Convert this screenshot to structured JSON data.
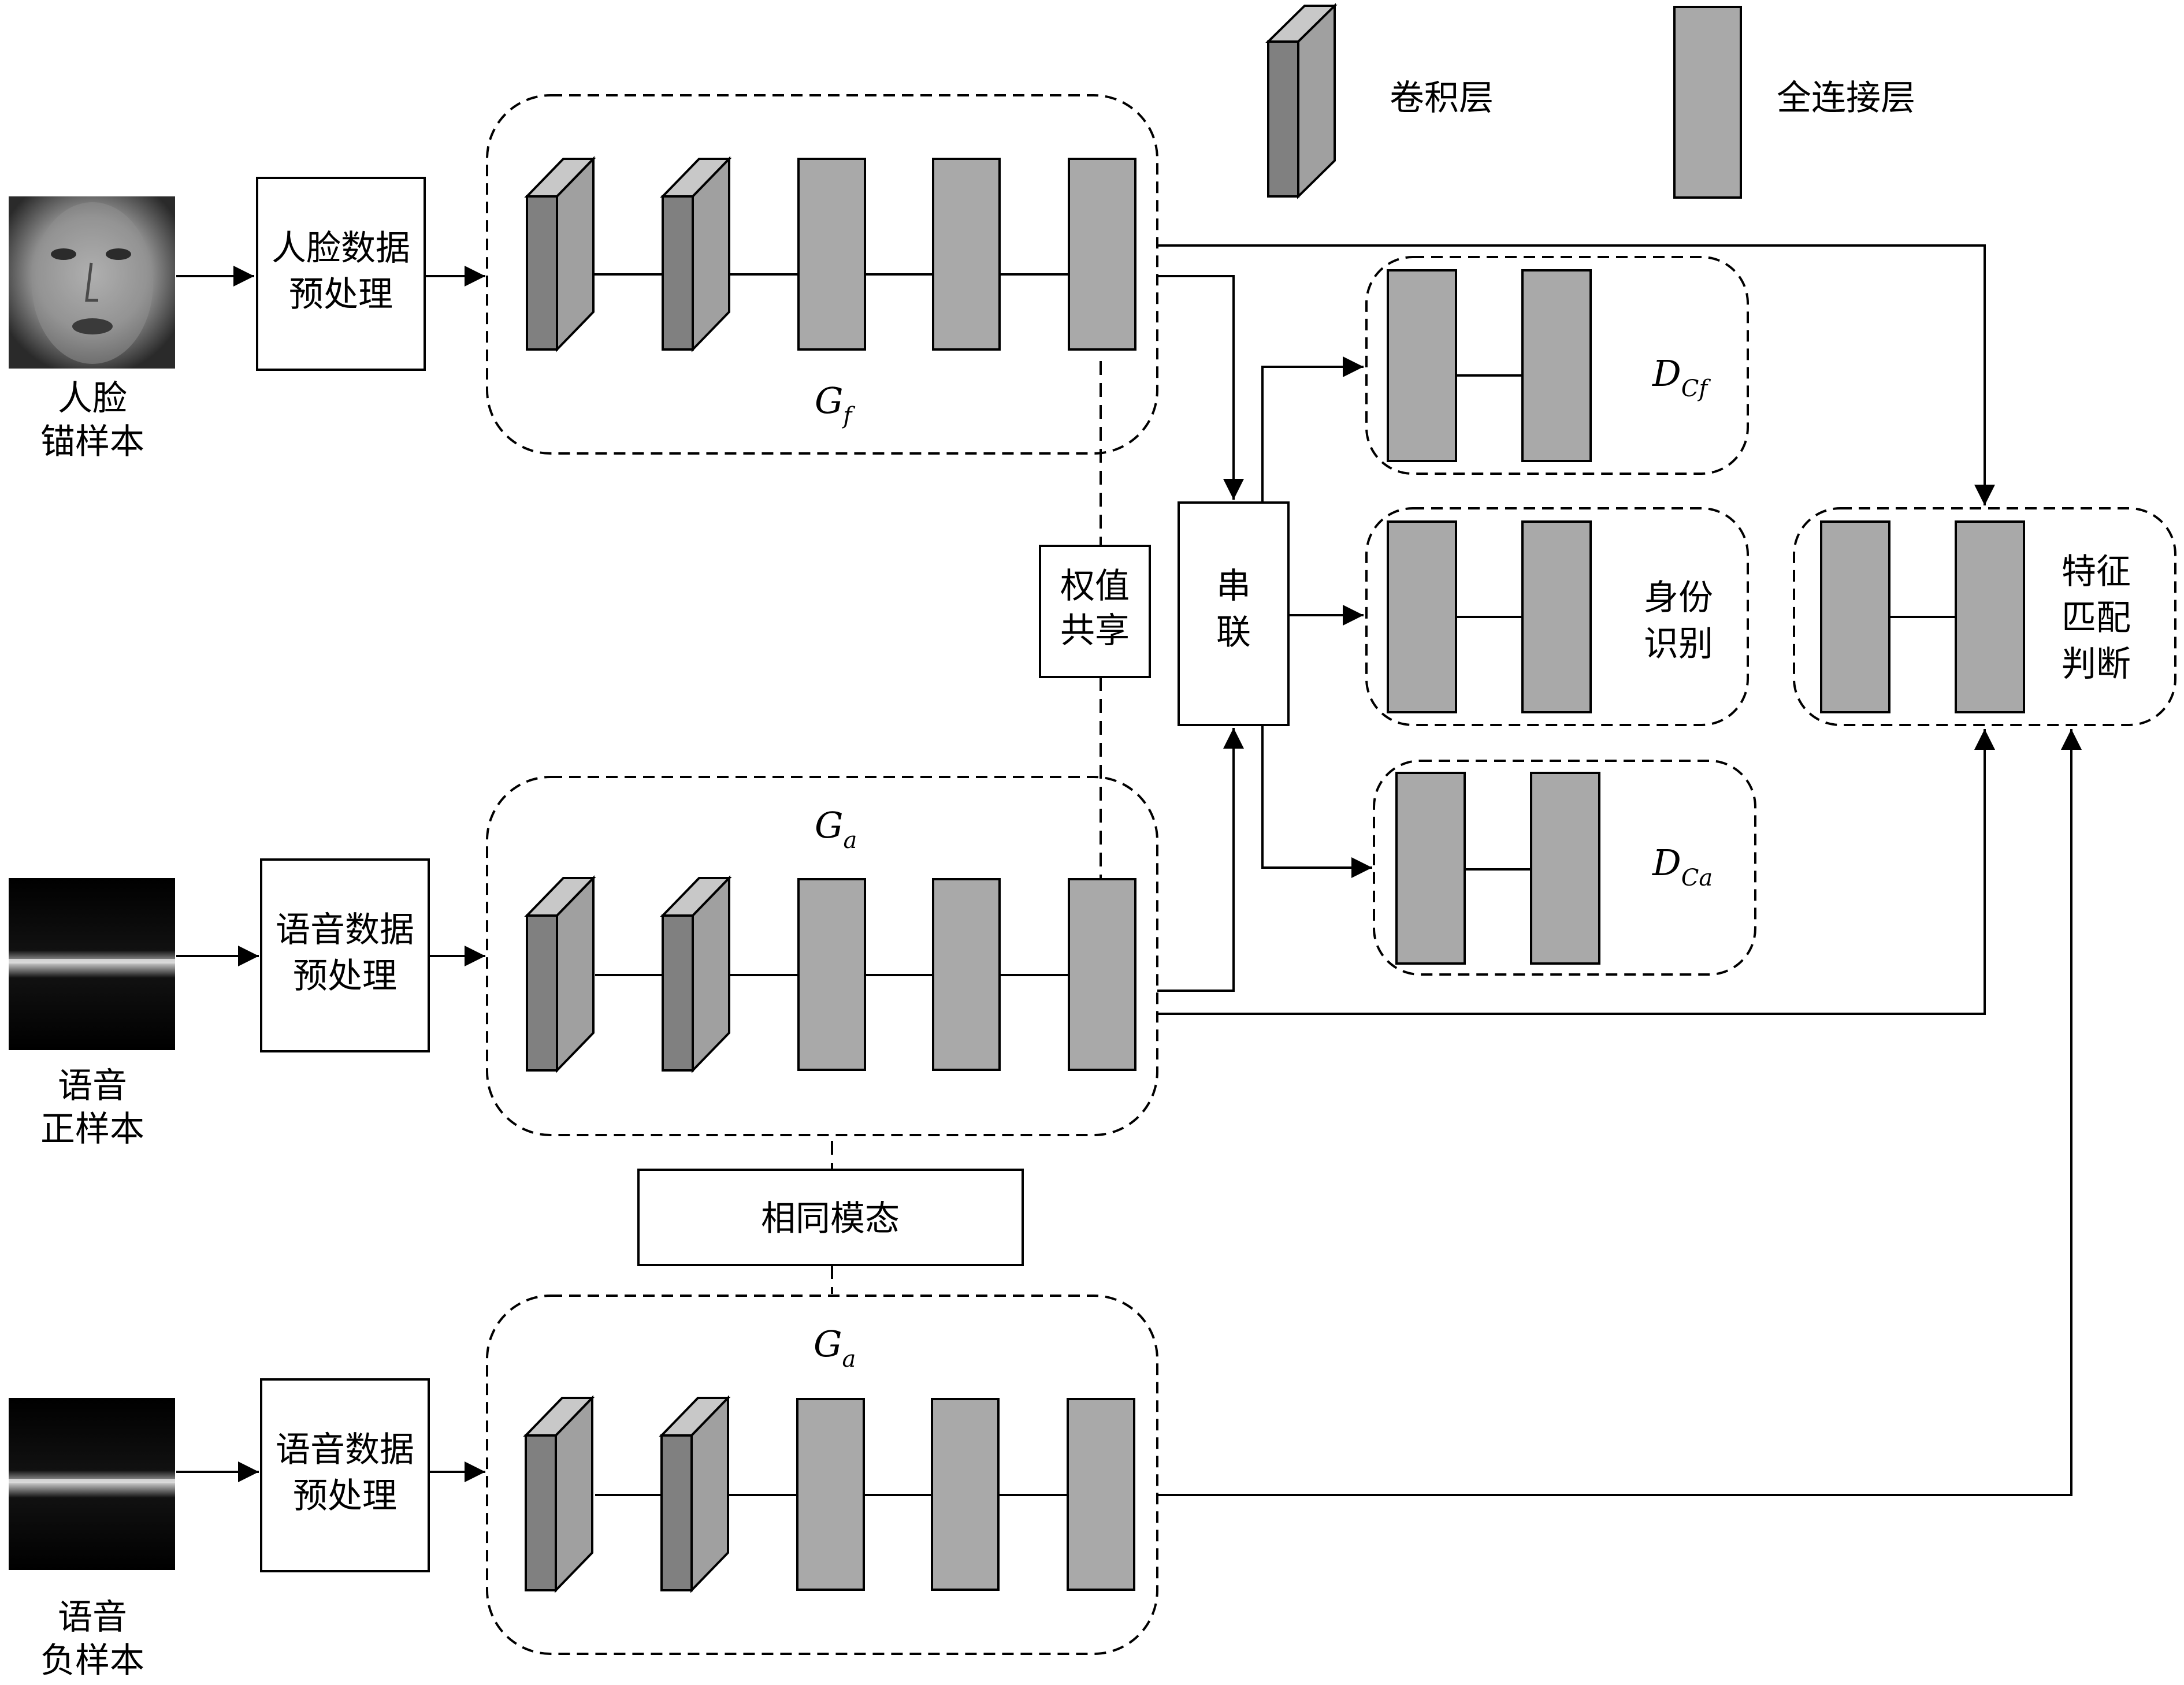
{
  "legend": {
    "conv_label": "卷积层",
    "fc_label": "全连接层"
  },
  "inputs": {
    "face": {
      "line1": "人脸",
      "line2": "锚样本"
    },
    "voice_pos": {
      "line1": "语音",
      "line2": "正样本"
    },
    "voice_neg": {
      "line1": "语音",
      "line2": "负样本"
    }
  },
  "preprocess": {
    "face": {
      "line1": "人脸数据",
      "line2": "预处理"
    },
    "voice_pos": {
      "line1": "语音数据",
      "line2": "预处理"
    },
    "voice_neg": {
      "line1": "语音数据",
      "line2": "预处理"
    }
  },
  "networks": {
    "gf": {
      "main": "G",
      "sub": "f"
    },
    "ga_pos": {
      "main": "G",
      "sub": "a"
    },
    "ga_neg": {
      "main": "G",
      "sub": "a"
    }
  },
  "weight_share": {
    "line1": "权值",
    "line2": "共享"
  },
  "same_modality": "相同模态",
  "concat": {
    "line1": "串",
    "line2": "联"
  },
  "discriminators": {
    "dcf": {
      "main": "D",
      "sub": "Cf"
    },
    "identity": {
      "line1": "身份",
      "line2": "识别"
    },
    "dca": {
      "main": "D",
      "sub": "Ca"
    }
  },
  "matching": {
    "line1": "特征",
    "line2": "匹配",
    "line3": "判断"
  },
  "colors": {
    "conv_front": "#808080",
    "conv_side": "#a0a0a0",
    "conv_top": "#c8c8c8",
    "fc": "#a9a9a9",
    "stroke": "#000000"
  }
}
